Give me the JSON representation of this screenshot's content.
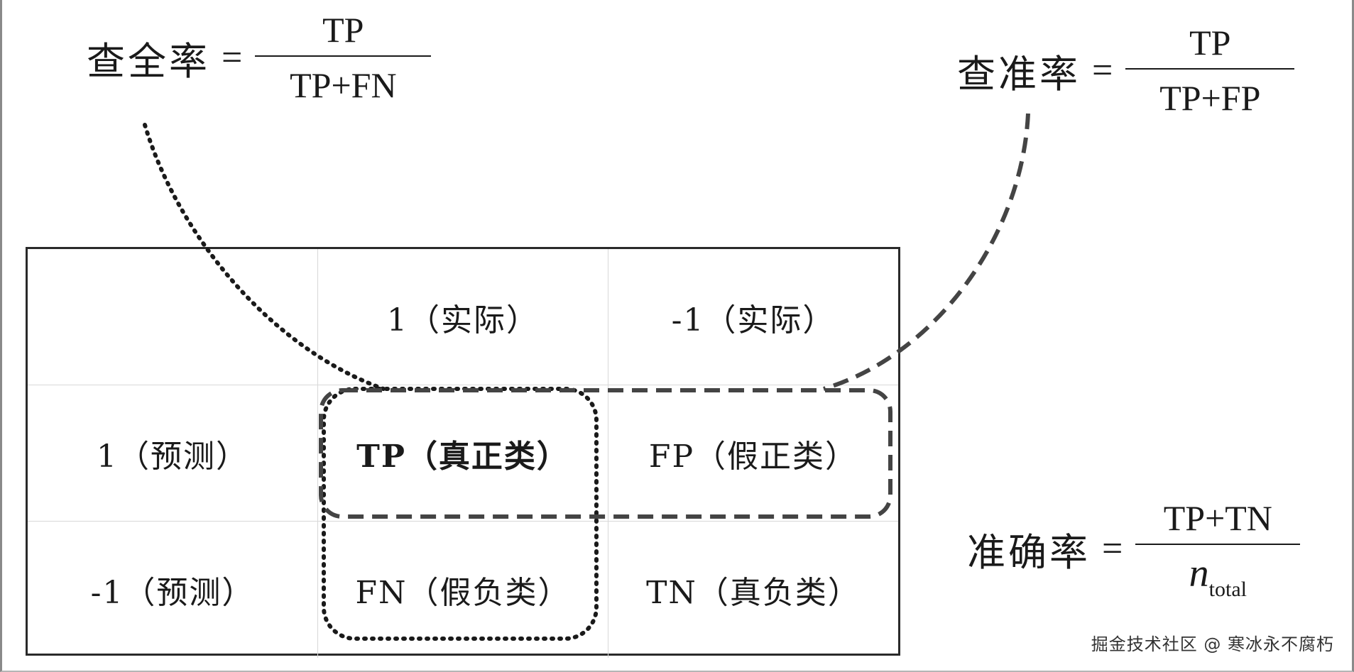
{
  "formulas": {
    "recall": {
      "name": "查全率",
      "equals": "=",
      "numerator": "TP",
      "denominator": "TP+FN"
    },
    "precision": {
      "name": "查准率",
      "equals": "=",
      "numerator": "TP",
      "denominator": "TP+FP"
    },
    "accuracy": {
      "name": "准确率",
      "equals": "=",
      "numerator": "TP+TN",
      "denominator_var": "n",
      "denominator_sub": "total"
    }
  },
  "matrix": {
    "header": [
      "",
      "1（实际）",
      "-1（实际）"
    ],
    "rows": [
      [
        "1（预测）",
        "TP（真正类）",
        "FP（假正类）"
      ],
      [
        "-1（预测）",
        "FN（假负类）",
        "TN（真负类）"
      ]
    ]
  },
  "colors": {
    "line": "#1a1a1a",
    "dashed_highlight": "#444444",
    "grid": "#d8d8d8"
  },
  "watermark": "掘金技术社区 @ 寒冰永不腐朽"
}
